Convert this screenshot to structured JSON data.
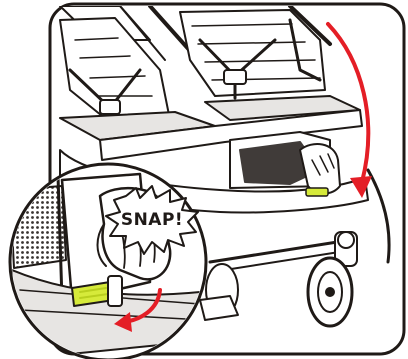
{
  "illustration": {
    "callout_text": "SNAP!",
    "colors": {
      "line": "#1f1a17",
      "arrow": "#e41e26",
      "latch": "#d6ea3a",
      "latch_shade": "#b9cf1e",
      "mesh": "#3a3532",
      "fill_light": "#ffffff",
      "fill_gray": "#e7e5e3"
    },
    "icons": [
      "curved-arrow-down",
      "curved-arrow-left",
      "snap-burst"
    ]
  }
}
